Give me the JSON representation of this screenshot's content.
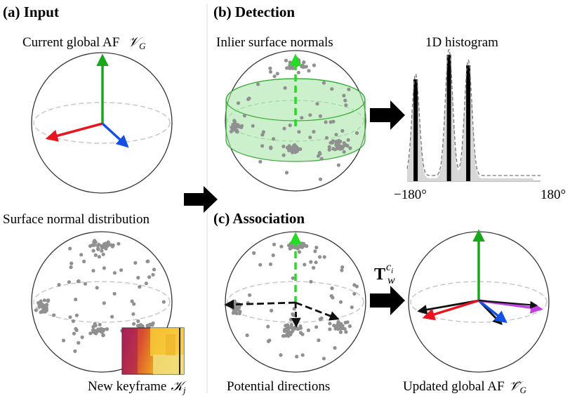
{
  "panels": {
    "input": {
      "heading": "(a) Input",
      "top_caption": "Current global AF",
      "top_symbol": "𝒱",
      "top_symbol_sub": "G",
      "bottom_caption": "Surface normal distribution",
      "keyframe_caption": "New keyframe",
      "keyframe_symbol": "𝒦",
      "keyframe_sub": "j"
    },
    "detection": {
      "heading": "(b) Detection",
      "sphere_caption": "Inlier surface normals",
      "histogram_caption": "1D histogram",
      "hist_min_label": "−180°",
      "hist_max_label": "180°"
    },
    "association": {
      "heading": "(c) Association",
      "sphere_caption": "Potential directions",
      "transform_symbol": "T",
      "transform_sub": "w",
      "transform_sup": "c",
      "transform_sup_sub": "i",
      "result_caption": "Updated global AF",
      "result_symbol": "𝒱̂",
      "result_sub": "G"
    }
  },
  "colors": {
    "x_axis": "#e8141e",
    "y_axis": "#1aa81a",
    "z_axis": "#1450e6",
    "extra_axis": "#c040e0",
    "dashed_axis": "#22dd22",
    "band_fill": "#a8e6a8",
    "points": "#909090",
    "sphere": "#333333"
  },
  "histogram": {
    "range": [
      -180,
      180
    ],
    "peaks": [
      -157,
      -67,
      -15
    ]
  }
}
